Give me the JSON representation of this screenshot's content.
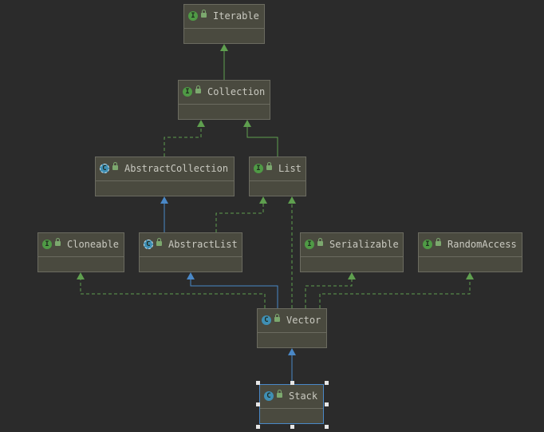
{
  "diagram": {
    "nodes": [
      {
        "id": "iterable",
        "label": "Iterable",
        "kind": "interface"
      },
      {
        "id": "collection",
        "label": "Collection",
        "kind": "interface"
      },
      {
        "id": "abstractcollection",
        "label": "AbstractCollection",
        "kind": "abstract-class"
      },
      {
        "id": "list",
        "label": "List",
        "kind": "interface"
      },
      {
        "id": "cloneable",
        "label": "Cloneable",
        "kind": "interface"
      },
      {
        "id": "abstractlist",
        "label": "AbstractList",
        "kind": "abstract-class"
      },
      {
        "id": "serializable",
        "label": "Serializable",
        "kind": "interface"
      },
      {
        "id": "randomaccess",
        "label": "RandomAccess",
        "kind": "interface"
      },
      {
        "id": "vector",
        "label": "Vector",
        "kind": "class"
      },
      {
        "id": "stack",
        "label": "Stack",
        "kind": "class",
        "selected": true
      }
    ],
    "badges": {
      "interface": "I",
      "class": "C",
      "abstract-class": "C"
    },
    "edges": [
      {
        "from": "collection",
        "to": "iterable",
        "type": "extends-interface"
      },
      {
        "from": "abstractcollection",
        "to": "collection",
        "type": "implements"
      },
      {
        "from": "list",
        "to": "collection",
        "type": "extends-interface"
      },
      {
        "from": "abstractlist",
        "to": "abstractcollection",
        "type": "extends"
      },
      {
        "from": "abstractlist",
        "to": "list",
        "type": "implements"
      },
      {
        "from": "vector",
        "to": "abstractlist",
        "type": "extends"
      },
      {
        "from": "vector",
        "to": "list",
        "type": "implements"
      },
      {
        "from": "vector",
        "to": "cloneable",
        "type": "implements"
      },
      {
        "from": "vector",
        "to": "serializable",
        "type": "implements"
      },
      {
        "from": "vector",
        "to": "randomaccess",
        "type": "implements"
      },
      {
        "from": "stack",
        "to": "vector",
        "type": "extends"
      }
    ],
    "colors": {
      "background": "#2b2b2b",
      "node_fill": "#4a4a3f",
      "node_border": "#6b6b60",
      "interface_edge": "#5f9f4f",
      "class_edge": "#4a88c7",
      "text": "#c9c9c0"
    }
  }
}
